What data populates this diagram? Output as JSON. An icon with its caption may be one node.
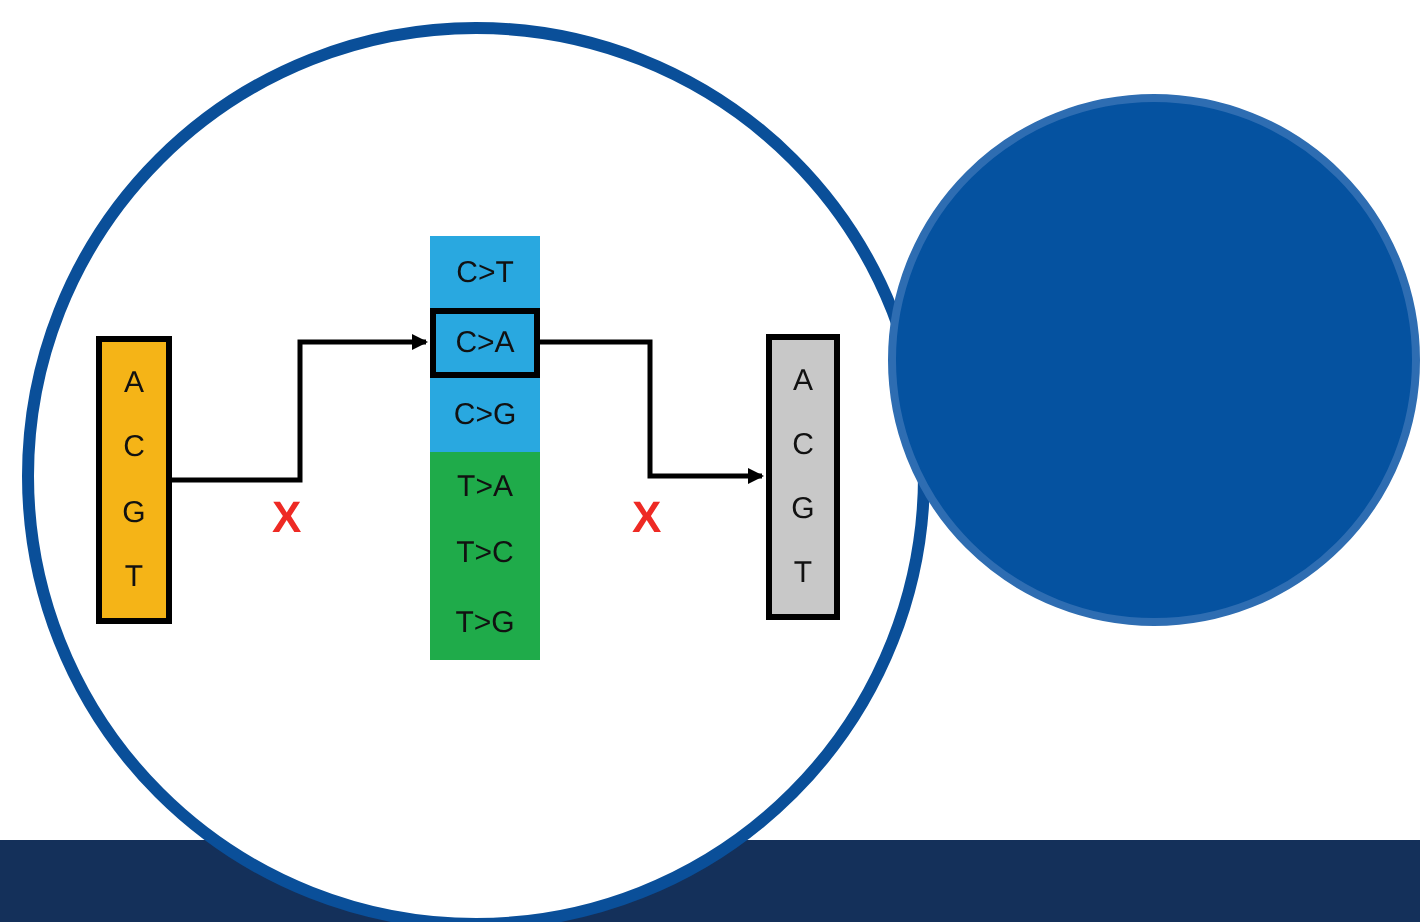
{
  "diagram": {
    "nodes": [
      {
        "text": [
          "A",
          "C",
          "G",
          "T"
        ]
      },
      {
        "text": [
          "C>T"
        ]
      },
      {
        "text": [
          "C>A"
        ]
      },
      {
        "text": [
          "C>G"
        ]
      },
      {
        "text": [
          "T>A"
        ]
      },
      {
        "text": [
          "T>C"
        ]
      },
      {
        "text": [
          "T>G"
        ]
      },
      {
        "text": [
          "A",
          "C",
          "G",
          "T"
        ]
      },
      {
        "text": [],
        "shape": "circle"
      }
    ],
    "edges": [
      {
        "from": 0,
        "to": 2,
        "arrow": "to"
      },
      {
        "from": 2,
        "to": 7,
        "arrow": "to"
      }
    ],
    "labels": [
      "X",
      "X"
    ]
  }
}
